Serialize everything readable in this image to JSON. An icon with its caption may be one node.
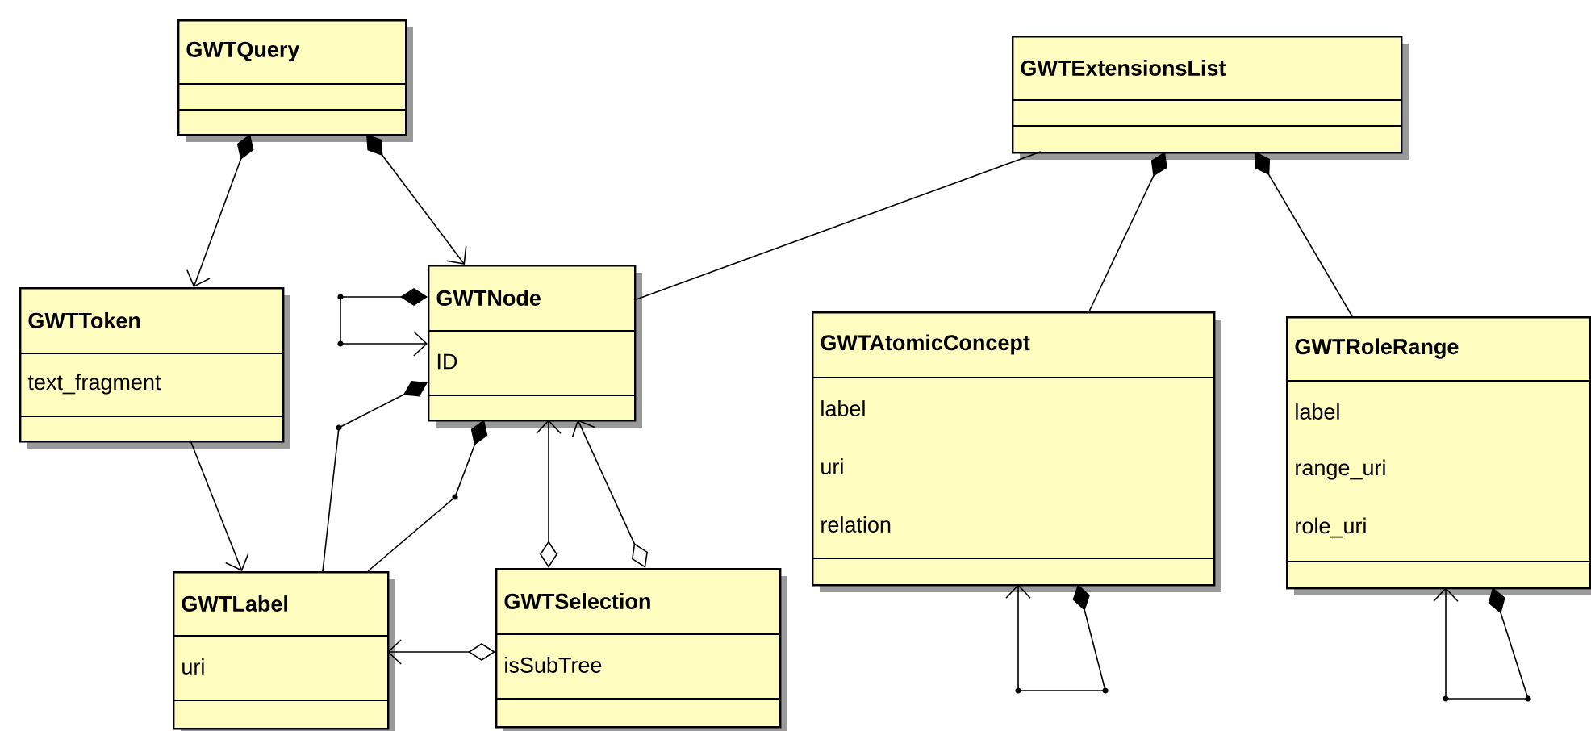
{
  "diagram": {
    "nodes": [
      {
        "text": [
          "GWTQuery"
        ]
      },
      {
        "text": [
          "GWTExtensionsList"
        ]
      },
      {
        "text": [
          "GWTToken",
          "text_fragment"
        ]
      },
      {
        "text": [
          "GWTNode",
          "ID"
        ]
      },
      {
        "text": [
          "GWTAtomicConcept",
          "label",
          "uri",
          "relation"
        ]
      },
      {
        "text": [
          "GWTRoleRange",
          "label",
          "range_uri",
          "role_uri"
        ]
      },
      {
        "text": [
          "GWTLabel",
          "uri"
        ]
      },
      {
        "text": [
          "GWTSelection",
          "isSubTree"
        ]
      }
    ],
    "edges": [
      {
        "from": 0,
        "to": 2,
        "arrow": "to"
      },
      {
        "from": 0,
        "to": 3,
        "arrow": "to"
      },
      {
        "from": 3,
        "to": 3,
        "arrow": "to"
      },
      {
        "from": 3,
        "to": 6,
        "arrow": "other"
      },
      {
        "from": 3,
        "to": 6,
        "arrow": "other"
      },
      {
        "from": 2,
        "to": 6,
        "arrow": "to"
      },
      {
        "from": 7,
        "to": 3,
        "arrow": "to"
      },
      {
        "from": 7,
        "to": 3,
        "arrow": "to"
      },
      {
        "from": 7,
        "to": 6,
        "arrow": "to"
      },
      {
        "from": 1,
        "to": 3,
        "arrow": "none"
      },
      {
        "from": 1,
        "to": 4,
        "arrow": "other"
      },
      {
        "from": 1,
        "to": 5,
        "arrow": "other"
      },
      {
        "from": 4,
        "to": 4,
        "arrow": "to"
      },
      {
        "from": 5,
        "to": 5,
        "arrow": "to"
      }
    ]
  }
}
